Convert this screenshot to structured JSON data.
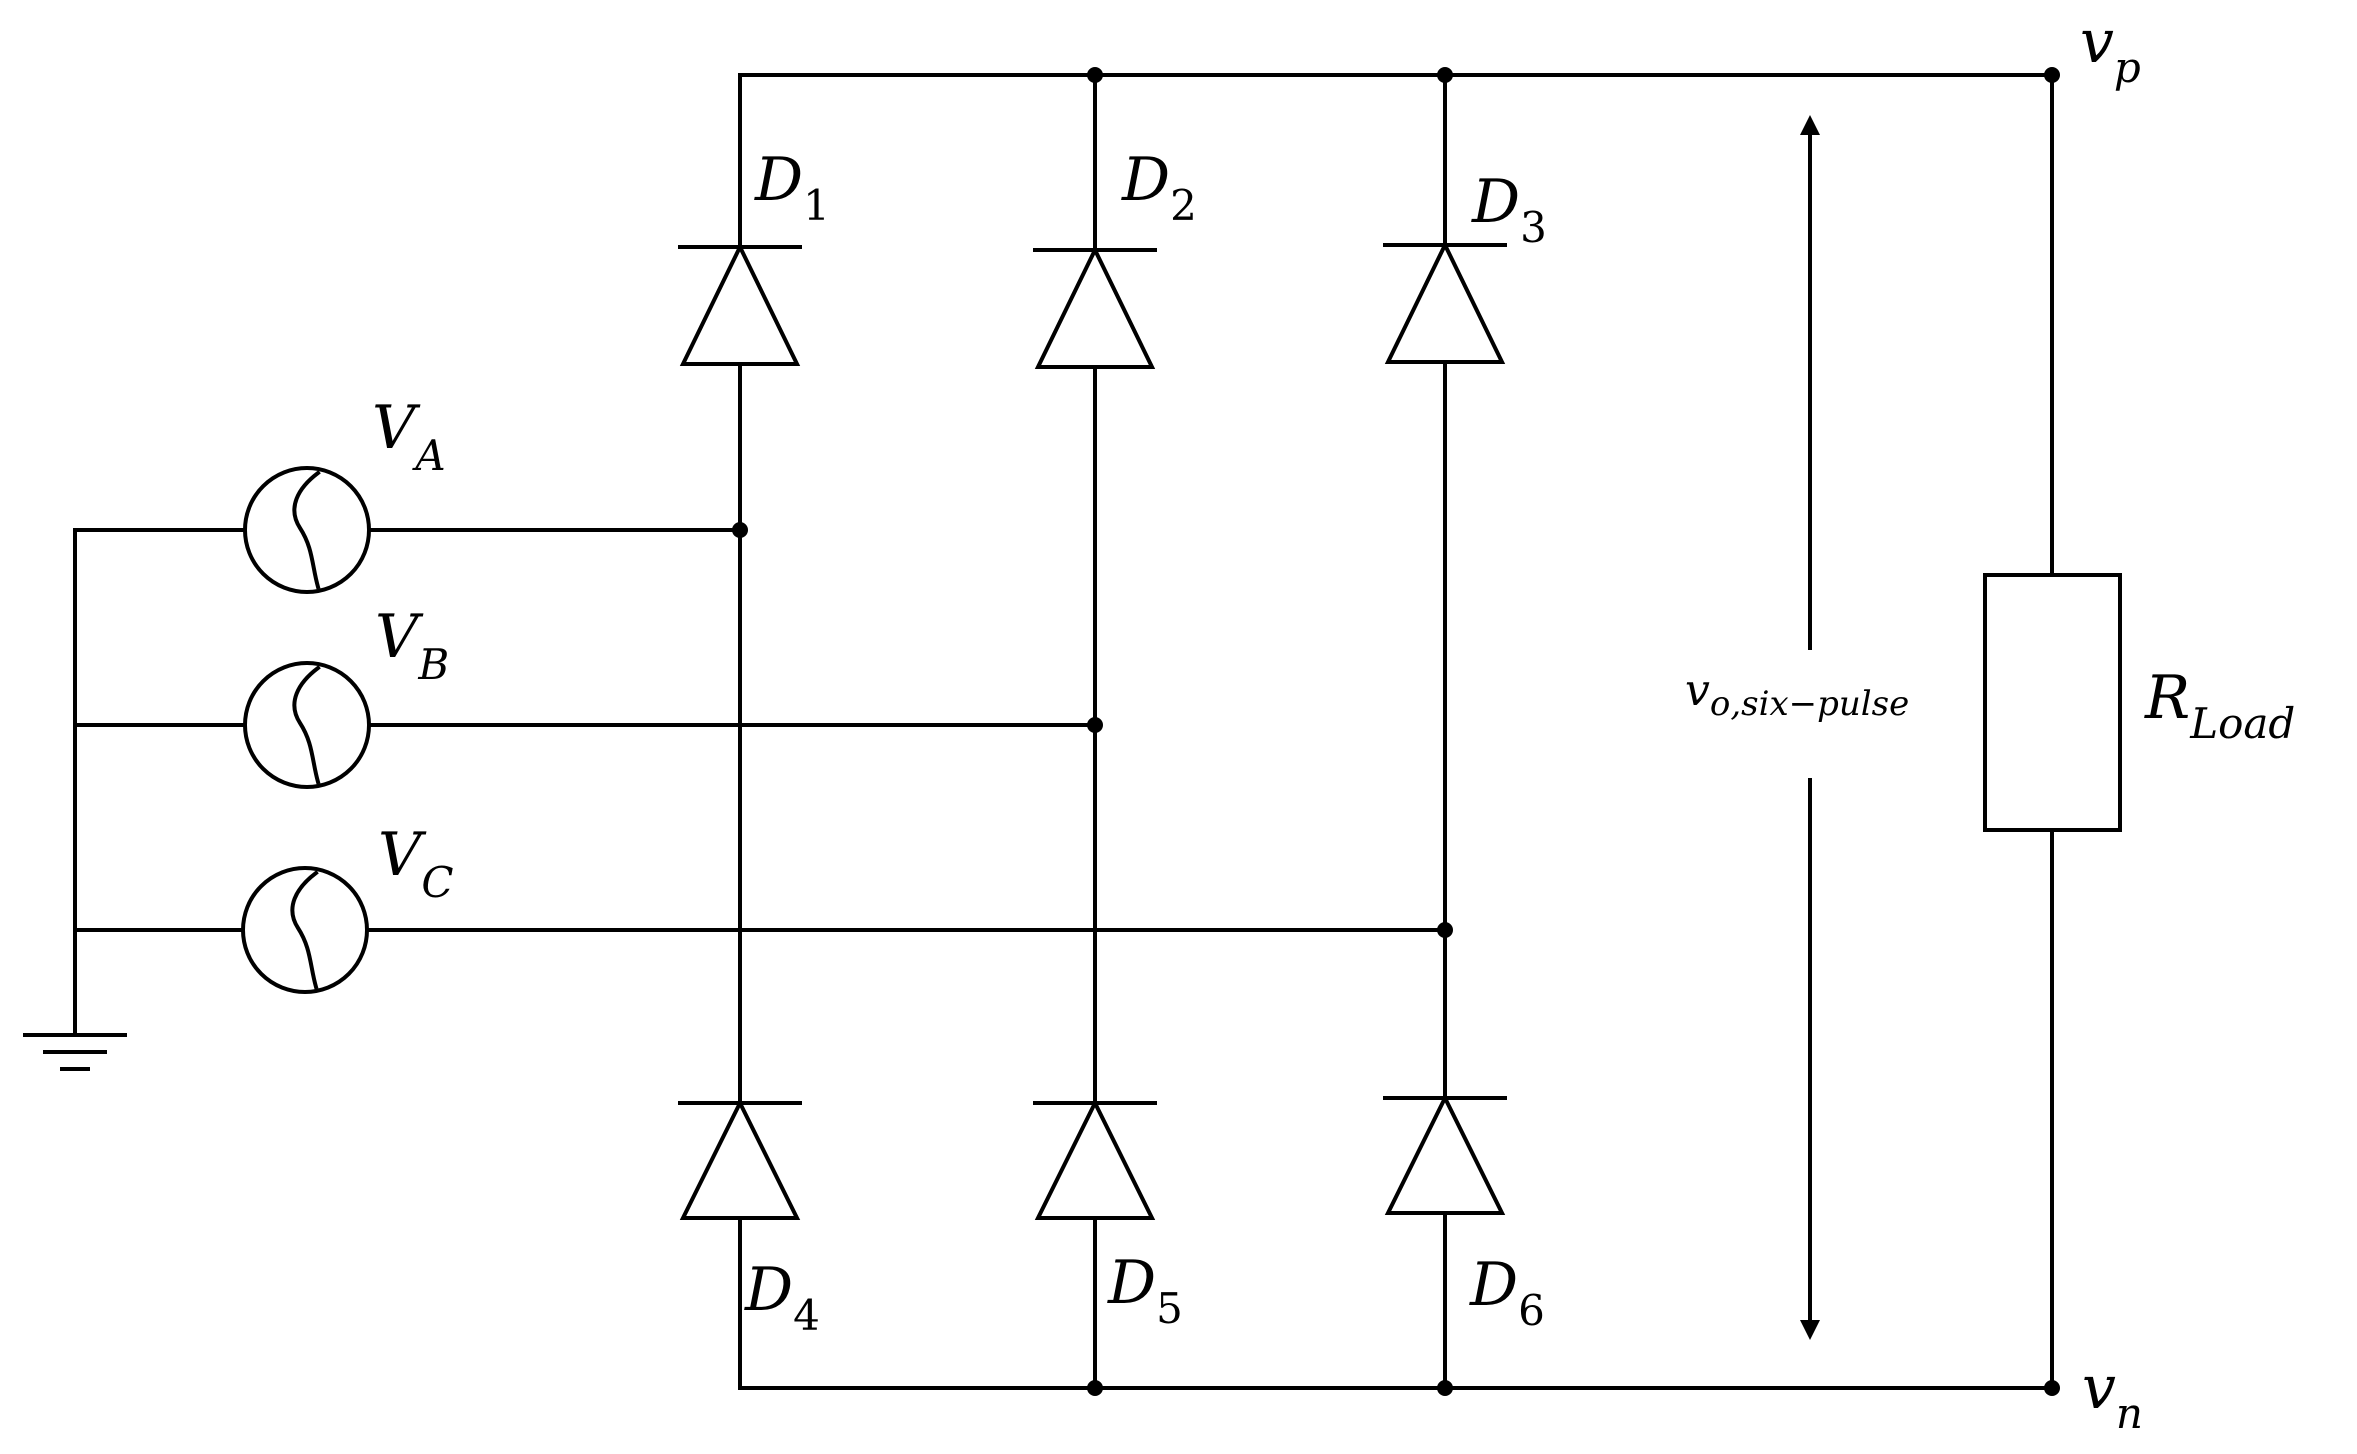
{
  "diagram": {
    "sources": [
      {
        "symbol": "V",
        "subscript": "A"
      },
      {
        "symbol": "V",
        "subscript": "B"
      },
      {
        "symbol": "V",
        "subscript": "C"
      }
    ],
    "diodes": [
      {
        "symbol": "D",
        "subscript": "1"
      },
      {
        "symbol": "D",
        "subscript": "2"
      },
      {
        "symbol": "D",
        "subscript": "3"
      },
      {
        "symbol": "D",
        "subscript": "4"
      },
      {
        "symbol": "D",
        "subscript": "5"
      },
      {
        "symbol": "D",
        "subscript": "6"
      }
    ],
    "load": {
      "symbol": "R",
      "subscript": "Load"
    },
    "output_voltage": {
      "symbol": "v",
      "subscript": "o,six−pulse"
    },
    "terminals": {
      "positive": {
        "symbol": "v",
        "subscript": "p"
      },
      "negative": {
        "symbol": "v",
        "subscript": "n"
      }
    }
  }
}
